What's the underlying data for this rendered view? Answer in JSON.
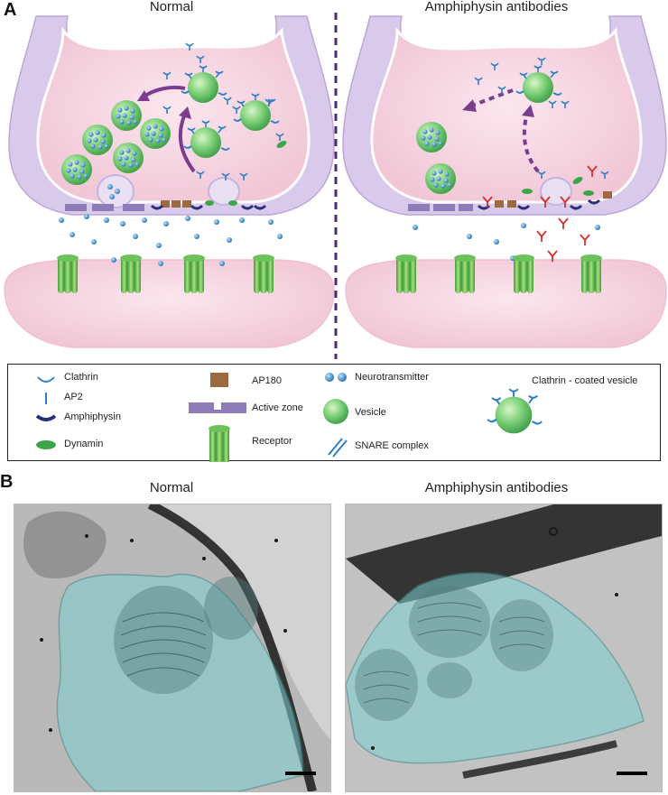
{
  "panel_a": {
    "letter": "A",
    "left_title": "Normal",
    "right_title": "Amphiphysin antibodies"
  },
  "legend": {
    "items": [
      {
        "key": "clathrin",
        "label": "Clathrin"
      },
      {
        "key": "ap2",
        "label": "AP2"
      },
      {
        "key": "amphiphysin",
        "label": "Amphiphysin"
      },
      {
        "key": "dynamin",
        "label": "Dynamin"
      },
      {
        "key": "ap180",
        "label": "AP180"
      },
      {
        "key": "active_zone",
        "label": "Active zone"
      },
      {
        "key": "receptor",
        "label": "Receptor"
      },
      {
        "key": "neurotransmitter",
        "label": "Neurotransmitter"
      },
      {
        "key": "vesicle",
        "label": "Vesicle"
      },
      {
        "key": "snare",
        "label": "SNARE complex"
      },
      {
        "key": "coated_vesicle",
        "label": "Clathrin - coated vesicle"
      }
    ]
  },
  "panel_b": {
    "letter": "B",
    "left_title": "Normal",
    "right_title": "Amphiphysin antibodies"
  },
  "colors": {
    "terminal_fill": "#f6d3df",
    "terminal_outline": "#cbb8de",
    "vesicle_green": "#5fc15f",
    "neurotransmitter_blue": "#2e7fc4",
    "amphiphysin_navy": "#2a2f7a",
    "active_zone_purple": "#8e7cb8",
    "ap180_brown": "#9c6a3e",
    "antibody_red": "#d4322e",
    "divider_purple": "#4b2a78",
    "em_highlight": "#7ecfcf"
  }
}
